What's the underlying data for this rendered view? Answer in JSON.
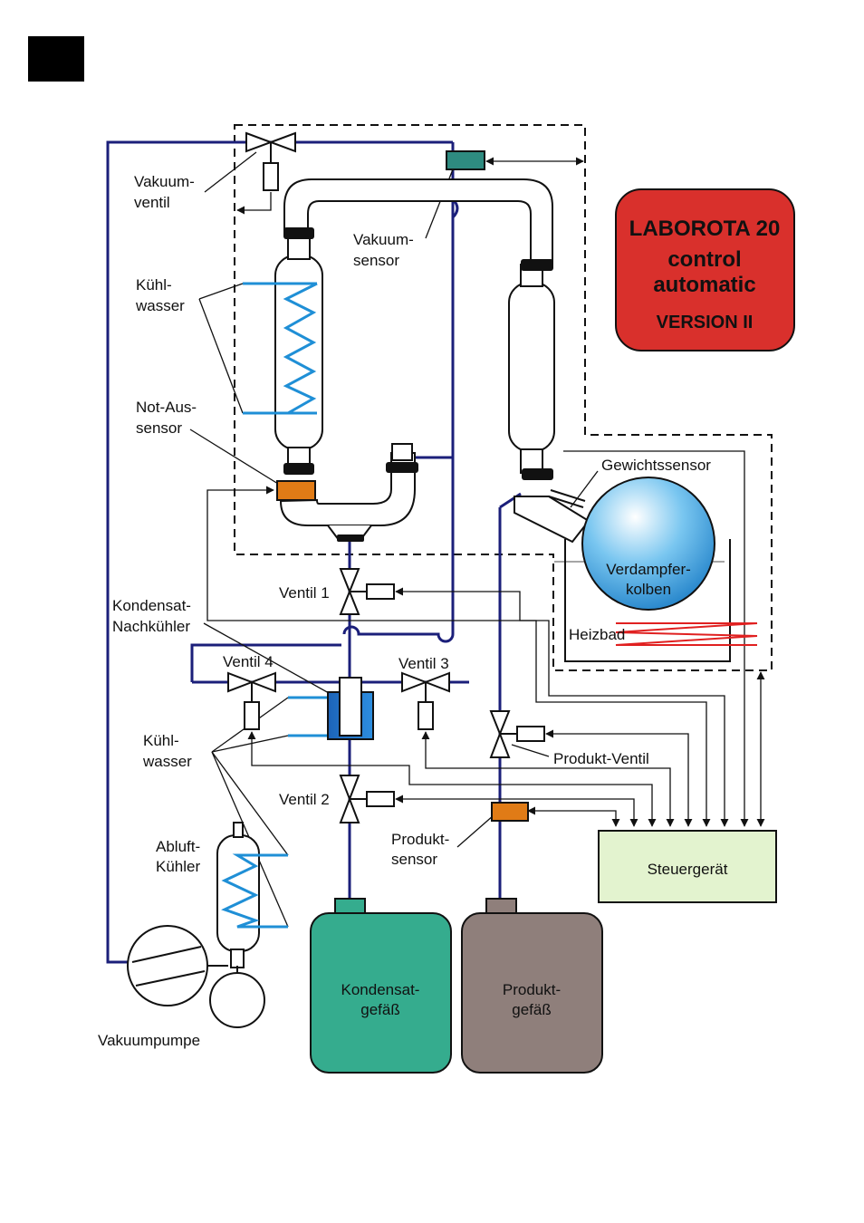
{
  "title_box": {
    "line1": "LABOROTA 20",
    "line2": "control",
    "line3": "automatic",
    "line4": "VERSION II",
    "color": "#d9302c"
  },
  "labels": {
    "vakuumventil_1": "Vakuum-",
    "vakuumventil_2": "ventil",
    "vakuumsensor_1": "Vakuum-",
    "vakuumsensor_2": "sensor",
    "kuehlwasser_top_1": "Kühl-",
    "kuehlwasser_top_2": "wasser",
    "notaus_1": "Not-Aus-",
    "notaus_2": "sensor",
    "gewichtssensor": "Gewichtssensor",
    "verdampfer_1": "Verdampfer-",
    "verdampfer_2": "kolben",
    "heizbad": "Heizbad",
    "ventil1": "Ventil 1",
    "kondensat_nk_1": "Kondensat-",
    "kondensat_nk_2": "Nachkühler",
    "ventil4": "Ventil 4",
    "ventil3": "Ventil 3",
    "kuehlwasser_bottom_1": "Kühl-",
    "kuehlwasser_bottom_2": "wasser",
    "produkt_ventil": "Produkt-Ventil",
    "ventil2": "Ventil 2",
    "produktsensor_1": "Produkt-",
    "produktsensor_2": "sensor",
    "steuergeraet": "Steuergerät",
    "abluft_1": "Abluft-",
    "abluft_2": "Kühler",
    "kondensatgefaess_1": "Kondensat-",
    "kondensatgefaess_2": "gefäß",
    "produktgefaess_1": "Produkt-",
    "produktgefaess_2": "gefäß",
    "vakuumpumpe": "Vakuumpumpe"
  },
  "colors": {
    "vacuum_line": "#1b1f7a",
    "cooling_water": "#1f8fd6",
    "sensor_orange": "#e07b16",
    "sensor_teal": "#2e8b80",
    "kondensat_vessel": "#35ac8e",
    "produkt_vessel": "#8f7f7b",
    "steuergeraet_fill": "#e3f3cf",
    "flask_blue": "#1e90d6",
    "heating_coil": "#e02020",
    "corner_block": "#000000"
  }
}
